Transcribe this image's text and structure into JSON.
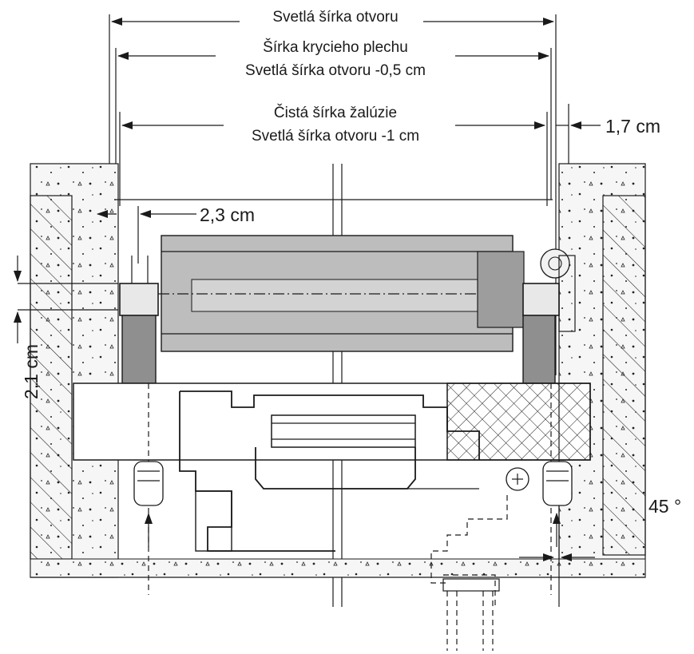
{
  "labels": {
    "opening_width": "Svetlá šírka otvoru",
    "cover_sheet_width": "Šírka krycieho plechu",
    "cover_sheet_formula": "Svetlá šírka otvoru -0,5 cm",
    "blind_net_width": "Čistá šírka žalúzie",
    "blind_net_formula": "Svetlá šírka otvoru -1 cm",
    "dim_right_offset": "1,7 cm",
    "dim_left_offset": "2,3 cm",
    "dim_vertical": "2,1 cm",
    "angle": "45 °"
  },
  "colors": {
    "line": "#1a1a1a",
    "roller_fill": "#b9b9b9",
    "roller_dark": "#8e8e8e",
    "concrete_fill": "#f4f4f4",
    "frame_fill": "#ffffff"
  },
  "icons": {
    "arrow": "arrowhead",
    "crosshatch": "hatched-insulation",
    "wall": "diagonal-hatch"
  }
}
